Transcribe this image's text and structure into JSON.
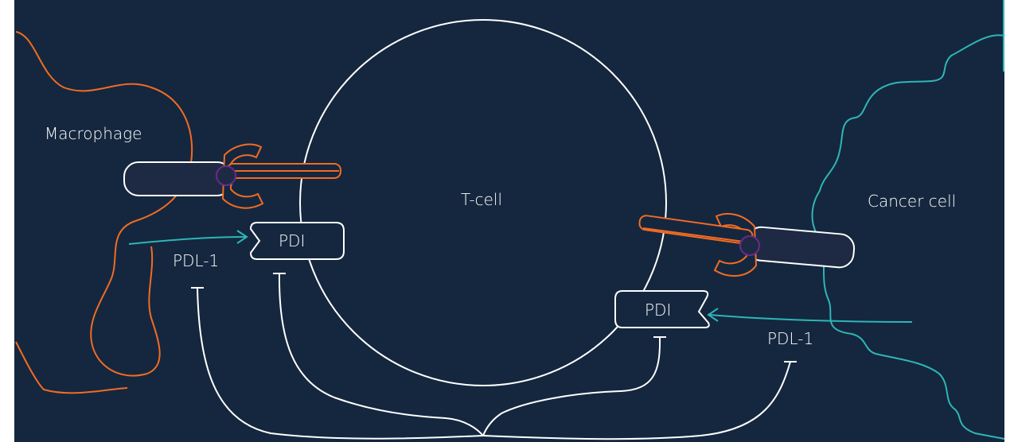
{
  "colors": {
    "background": "#14273f",
    "macrophage": "#f26b22",
    "cancer_cell": "#2fb5b5",
    "t_cell": "#ffffff",
    "receptor_fill": "#1e2a44",
    "hinge": "#6a2a8a"
  },
  "labels": {
    "macrophage": "Macrophage",
    "t_cell": "T-cell",
    "cancer_cell": "Cancer cell",
    "pdl1_left": "PDL-1",
    "pdl1_right": "PDL-1",
    "pd1_left": "PDI",
    "pd1_right": "PDI"
  }
}
